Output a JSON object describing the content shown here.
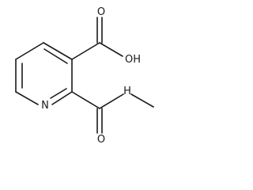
{
  "molecule": {
    "atoms": {
      "ring_n": "N",
      "acid_carbonyl_o": "O",
      "acid_hydroxyl": "OH",
      "amide_nh": "H",
      "amide_o": "O"
    }
  },
  "colors": {
    "bond": "#1a1a1a",
    "label": "#1a1a1a",
    "background": "#ffffff"
  }
}
